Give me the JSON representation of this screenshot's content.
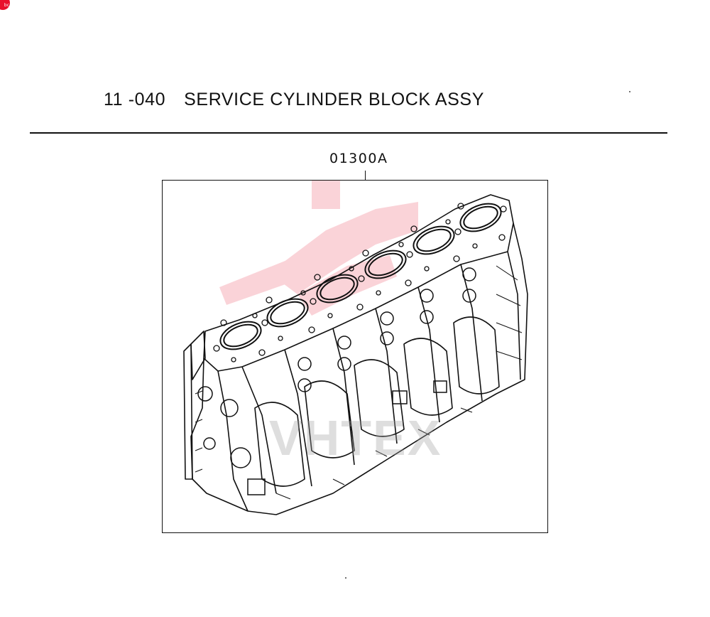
{
  "page": {
    "title_number": "11 -040",
    "title_text": "SERVICE CYLINDER BLOCK ASSY",
    "part_code": "01300A"
  },
  "illustration": {
    "subject": "cylinder-block-drawing",
    "watermark_text": "VHTEX",
    "watermark_color": "#e8112d",
    "line_color": "#111111"
  },
  "corner_badge": {
    "text": "bc",
    "color": "#e8112d"
  }
}
